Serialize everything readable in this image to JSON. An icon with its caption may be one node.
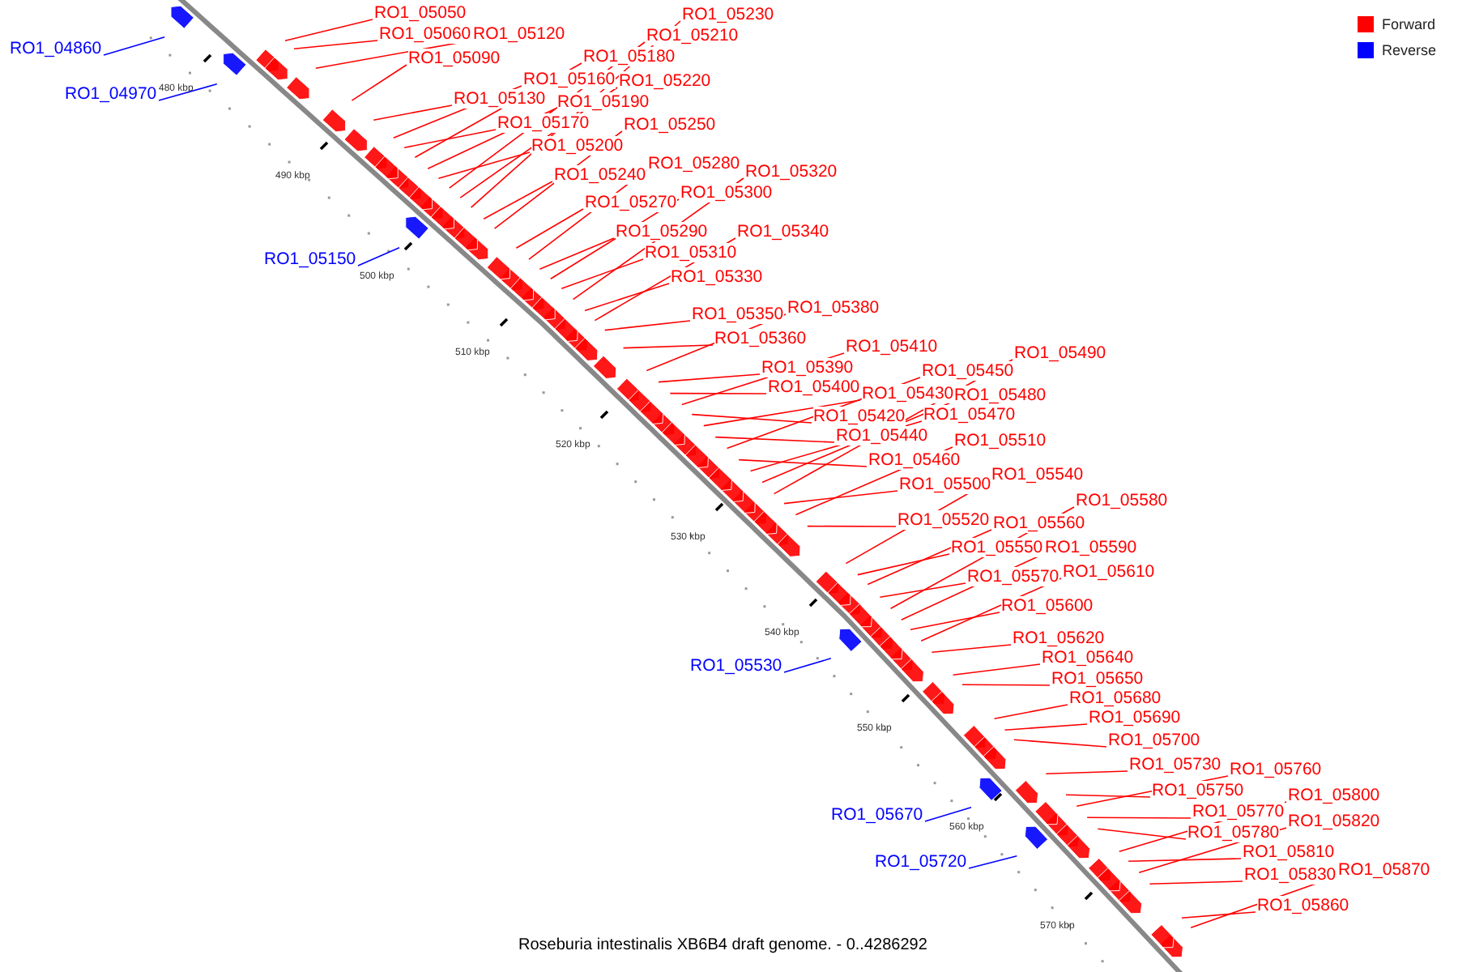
{
  "diagram": {
    "caption": "Roseburia intestinalis XB6B4 draft genome. - 0..4286292",
    "nodes": [
      {
        "text": [
          "RO1_04860"
        ]
      },
      {
        "text": [
          "RO1_05050"
        ]
      },
      {
        "text": [
          "RO1_05230"
        ]
      },
      {
        "text": [
          "RO1_05060"
        ]
      },
      {
        "text": [
          "RO1_05120"
        ]
      },
      {
        "text": [
          "RO1_05210"
        ]
      },
      {
        "text": [
          "RO1_05090"
        ]
      },
      {
        "text": [
          "RO1_05180"
        ]
      },
      {
        "text": [
          "RO1_05160"
        ]
      },
      {
        "text": [
          "RO1_05220"
        ]
      },
      {
        "text": [
          "RO1_04970"
        ]
      },
      {
        "text": [
          "RO1_05130"
        ]
      },
      {
        "text": [
          "RO1_05190"
        ]
      },
      {
        "text": [
          "RO1_05170"
        ]
      },
      {
        "text": [
          "RO1_05250"
        ]
      },
      {
        "text": [
          "RO1_05200"
        ]
      },
      {
        "text": [
          "RO1_05280"
        ]
      },
      {
        "text": [
          "RO1_05320"
        ]
      },
      {
        "text": [
          "RO1_05240"
        ]
      },
      {
        "text": [
          "RO1_05300"
        ]
      },
      {
        "text": [
          "RO1_05270"
        ]
      },
      {
        "text": [
          "RO1_05290"
        ]
      },
      {
        "text": [
          "RO1_05340"
        ]
      },
      {
        "text": [
          "RO1_05310"
        ]
      },
      {
        "text": [
          "RO1_05150"
        ]
      },
      {
        "text": [
          "RO1_05330"
        ]
      },
      {
        "text": [
          "RO1_05380"
        ]
      },
      {
        "text": [
          "RO1_05350"
        ]
      },
      {
        "text": [
          "RO1_05360"
        ]
      },
      {
        "text": [
          "RO1_05410"
        ]
      },
      {
        "text": [
          "RO1_05490"
        ]
      },
      {
        "text": [
          "RO1_05390"
        ]
      },
      {
        "text": [
          "RO1_05450"
        ]
      },
      {
        "text": [
          "RO1_05400"
        ]
      },
      {
        "text": [
          "RO1_05430"
        ]
      },
      {
        "text": [
          "RO1_05480"
        ]
      },
      {
        "text": [
          "RO1_05470"
        ]
      },
      {
        "text": [
          "RO1_05420"
        ]
      },
      {
        "text": [
          "RO1_05440"
        ]
      },
      {
        "text": [
          "RO1_05510"
        ]
      },
      {
        "text": [
          "RO1_05460"
        ]
      },
      {
        "text": [
          "RO1_05540"
        ]
      },
      {
        "text": [
          "RO1_05500"
        ]
      },
      {
        "text": [
          "RO1_05580"
        ]
      },
      {
        "text": [
          "RO1_05520"
        ]
      },
      {
        "text": [
          "RO1_05560"
        ]
      },
      {
        "text": [
          "RO1_05550"
        ]
      },
      {
        "text": [
          "RO1_05590"
        ]
      },
      {
        "text": [
          "RO1_05610"
        ]
      },
      {
        "text": [
          "RO1_05570"
        ]
      },
      {
        "text": [
          "RO1_05600"
        ]
      },
      {
        "text": [
          "RO1_05620"
        ]
      },
      {
        "text": [
          "RO1_05640"
        ]
      },
      {
        "text": [
          "RO1_05530"
        ]
      },
      {
        "text": [
          "RO1_05650"
        ]
      },
      {
        "text": [
          "RO1_05680"
        ]
      },
      {
        "text": [
          "RO1_05690"
        ]
      },
      {
        "text": [
          "RO1_05700"
        ]
      },
      {
        "text": [
          "RO1_05730"
        ]
      },
      {
        "text": [
          "RO1_05760"
        ]
      },
      {
        "text": [
          "RO1_05750"
        ]
      },
      {
        "text": [
          "RO1_05800"
        ]
      },
      {
        "text": [
          "RO1_05770"
        ]
      },
      {
        "text": [
          "RO1_05670"
        ]
      },
      {
        "text": [
          "RO1_05820"
        ]
      },
      {
        "text": [
          "RO1_05780"
        ]
      },
      {
        "text": [
          "RO1_05810"
        ]
      },
      {
        "text": [
          "RO1_05720"
        ]
      },
      {
        "text": [
          "RO1_05870"
        ]
      },
      {
        "text": [
          "RO1_05830"
        ]
      },
      {
        "text": [
          "RO1_05860"
        ]
      }
    ],
    "edges": [
      {
        "from": 0,
        "to": null,
        "arrow": "none",
        "color": "#0000ff"
      },
      {
        "from": 1,
        "to": null,
        "arrow": "none"
      },
      {
        "from": 2,
        "to": null,
        "arrow": "none"
      },
      {
        "from": 3,
        "to": null,
        "arrow": "none"
      },
      {
        "from": 4,
        "to": null,
        "arrow": "none"
      },
      {
        "from": 5,
        "to": null,
        "arrow": "none"
      },
      {
        "from": 6,
        "to": null,
        "arrow": "none"
      },
      {
        "from": 7,
        "to": null,
        "arrow": "none"
      },
      {
        "from": 8,
        "to": null,
        "arrow": "none"
      },
      {
        "from": 9,
        "to": null,
        "arrow": "none"
      },
      {
        "from": 10,
        "to": null,
        "arrow": "none",
        "color": "#0000ff"
      },
      {
        "from": 11,
        "to": null,
        "arrow": "none"
      },
      {
        "from": 12,
        "to": null,
        "arrow": "none"
      },
      {
        "from": 13,
        "to": null,
        "arrow": "none"
      },
      {
        "from": 14,
        "to": null,
        "arrow": "none"
      },
      {
        "from": 15,
        "to": null,
        "arrow": "none"
      },
      {
        "from": 16,
        "to": null,
        "arrow": "none"
      },
      {
        "from": 17,
        "to": null,
        "arrow": "none"
      },
      {
        "from": 18,
        "to": null,
        "arrow": "none"
      },
      {
        "from": 19,
        "to": null,
        "arrow": "none"
      },
      {
        "from": 20,
        "to": null,
        "arrow": "none"
      },
      {
        "from": 21,
        "to": null,
        "arrow": "none"
      },
      {
        "from": 22,
        "to": null,
        "arrow": "none"
      },
      {
        "from": 23,
        "to": null,
        "arrow": "none"
      },
      {
        "from": 24,
        "to": null,
        "arrow": "none",
        "color": "#0000ff"
      },
      {
        "from": 25,
        "to": null,
        "arrow": "none"
      },
      {
        "from": 26,
        "to": null,
        "arrow": "none"
      },
      {
        "from": 27,
        "to": null,
        "arrow": "none"
      },
      {
        "from": 28,
        "to": null,
        "arrow": "none"
      },
      {
        "from": 29,
        "to": null,
        "arrow": "none"
      },
      {
        "from": 30,
        "to": null,
        "arrow": "none"
      },
      {
        "from": 31,
        "to": null,
        "arrow": "none"
      },
      {
        "from": 32,
        "to": null,
        "arrow": "none"
      },
      {
        "from": 33,
        "to": null,
        "arrow": "none"
      },
      {
        "from": 34,
        "to": null,
        "arrow": "none"
      },
      {
        "from": 35,
        "to": null,
        "arrow": "none"
      },
      {
        "from": 36,
        "to": null,
        "arrow": "none"
      },
      {
        "from": 37,
        "to": null,
        "arrow": "none"
      },
      {
        "from": 38,
        "to": null,
        "arrow": "none"
      },
      {
        "from": 39,
        "to": null,
        "arrow": "none"
      },
      {
        "from": 40,
        "to": null,
        "arrow": "none"
      },
      {
        "from": 41,
        "to": null,
        "arrow": "none"
      },
      {
        "from": 42,
        "to": null,
        "arrow": "none"
      },
      {
        "from": 43,
        "to": null,
        "arrow": "none"
      },
      {
        "from": 44,
        "to": null,
        "arrow": "none"
      },
      {
        "from": 45,
        "to": null,
        "arrow": "none"
      },
      {
        "from": 46,
        "to": null,
        "arrow": "none"
      },
      {
        "from": 47,
        "to": null,
        "arrow": "none"
      },
      {
        "from": 48,
        "to": null,
        "arrow": "none"
      },
      {
        "from": 49,
        "to": null,
        "arrow": "none"
      },
      {
        "from": 50,
        "to": null,
        "arrow": "none"
      },
      {
        "from": 51,
        "to": null,
        "arrow": "none"
      },
      {
        "from": 52,
        "to": null,
        "arrow": "none"
      },
      {
        "from": 53,
        "to": null,
        "arrow": "none",
        "color": "#0000ff"
      },
      {
        "from": 54,
        "to": null,
        "arrow": "none"
      },
      {
        "from": 55,
        "to": null,
        "arrow": "none"
      },
      {
        "from": 56,
        "to": null,
        "arrow": "none"
      },
      {
        "from": 57,
        "to": null,
        "arrow": "none"
      },
      {
        "from": 58,
        "to": null,
        "arrow": "none"
      },
      {
        "from": 59,
        "to": null,
        "arrow": "none"
      },
      {
        "from": 60,
        "to": null,
        "arrow": "none"
      },
      {
        "from": 61,
        "to": null,
        "arrow": "none"
      },
      {
        "from": 62,
        "to": null,
        "arrow": "none"
      },
      {
        "from": 63,
        "to": null,
        "arrow": "none",
        "color": "#0000ff"
      },
      {
        "from": 64,
        "to": null,
        "arrow": "none"
      },
      {
        "from": 65,
        "to": null,
        "arrow": "none"
      },
      {
        "from": 66,
        "to": null,
        "arrow": "none"
      },
      {
        "from": 67,
        "to": null,
        "arrow": "none",
        "color": "#0000ff"
      },
      {
        "from": 68,
        "to": null,
        "arrow": "none"
      },
      {
        "from": 69,
        "to": null,
        "arrow": "none"
      },
      {
        "from": 70,
        "to": null,
        "arrow": "none"
      }
    ],
    "labels": [
      "480 kbp",
      "490 kbp",
      "500 kbp",
      "510 kbp",
      "520 kbp",
      "530 kbp",
      "540 kbp",
      "550 kbp",
      "560 kbp",
      "570 kbp"
    ],
    "legend": [
      {
        "text": "Forward",
        "color": "#ff0000"
      },
      {
        "text": "Reverse",
        "color": "#0000ff"
      }
    ]
  }
}
